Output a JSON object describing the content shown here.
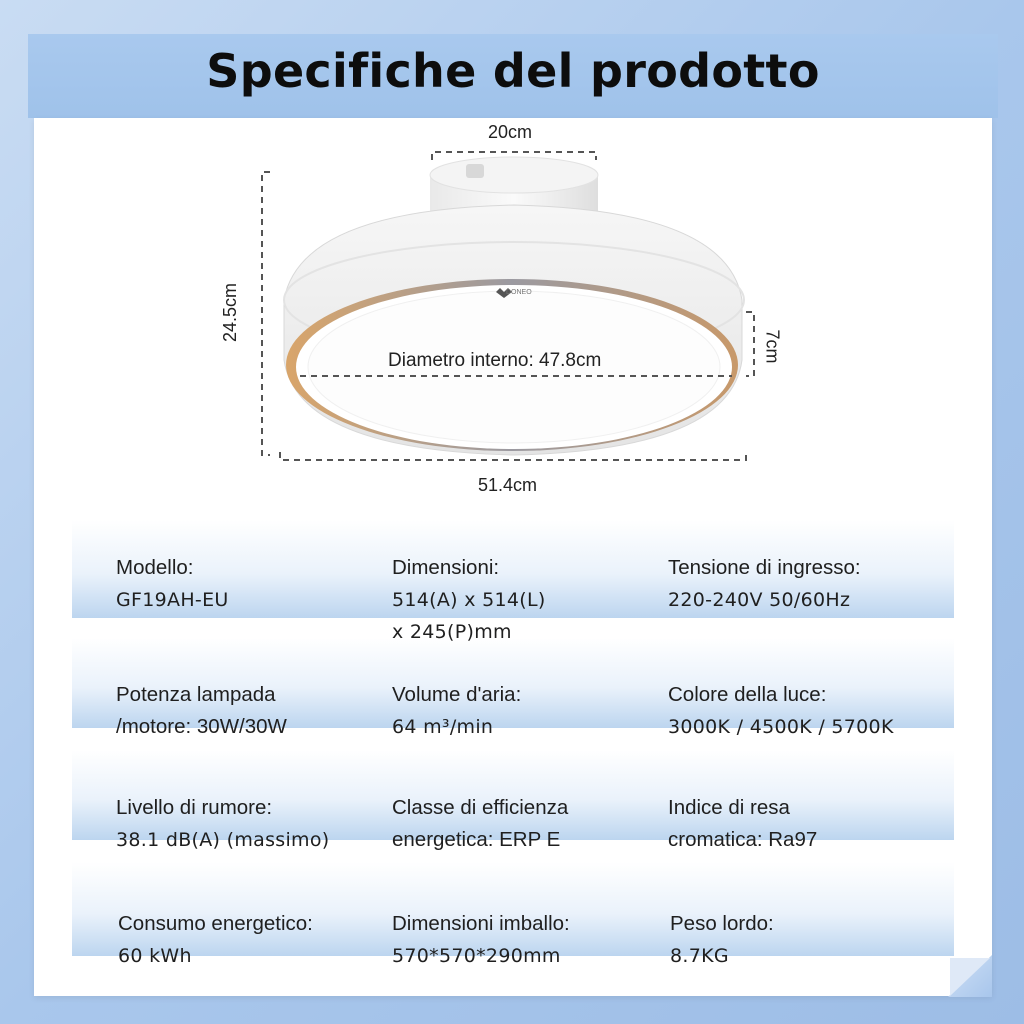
{
  "title": "Specifiche del prodotto",
  "diagram": {
    "top_width": "20cm",
    "height": "24.5cm",
    "side_height": "7cm",
    "inner_diameter": "Diametro interno: 47.8cm",
    "outer_width": "51.4cm",
    "brand": "DONEO"
  },
  "specs": {
    "row1": [
      {
        "label": "Modello:",
        "value": "GF19AH-EU"
      },
      {
        "label": "Dimensioni:",
        "value": "514(A) x 514(L)\nx 245(P)mm"
      },
      {
        "label": "Tensione di ingresso:",
        "value": "220-240V 50/60Hz"
      }
    ],
    "row2": [
      {
        "label": "Potenza lampada\n/motore: 30W/30W",
        "value": ""
      },
      {
        "label": "Volume d'aria:",
        "value": "64 m³/min"
      },
      {
        "label": "Colore della luce:",
        "value": "3000K / 4500K / 5700K"
      }
    ],
    "row3": [
      {
        "label": "Livello di rumore:",
        "value": "38.1 dB(A) (massimo)"
      },
      {
        "label": "Classe di efficienza\nenergetica: ERP E",
        "value": ""
      },
      {
        "label": "Indice di resa\ncromatica: Ra97",
        "value": ""
      }
    ],
    "row4": [
      {
        "label": "Consumo energetico:",
        "value": "60 kWh"
      },
      {
        "label": "Dimensioni imballo:",
        "value": "570*570*290mm"
      },
      {
        "label": "Peso lordo:",
        "value": "8.7KG"
      }
    ]
  }
}
